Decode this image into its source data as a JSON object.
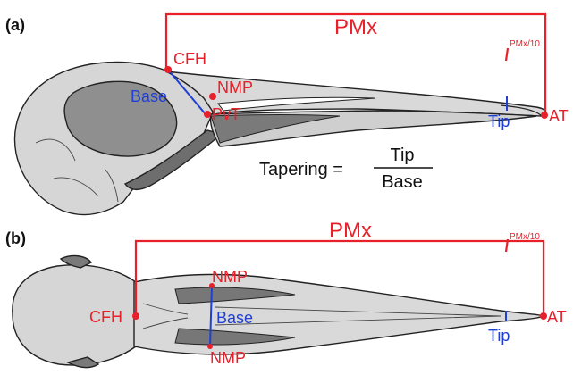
{
  "panels": [
    {
      "label": "(a)",
      "pmx_label": "PMx",
      "pmx_fraction_label": "PMx/10",
      "landmarks": {
        "cfh": "CFH",
        "nmp": "NMP",
        "pvt": "PvT",
        "at": "AT"
      },
      "measures": {
        "base": "Base",
        "tip": "Tip"
      },
      "formula": {
        "lhs": "Tapering =",
        "numerator": "Tip",
        "denominator": "Base"
      }
    },
    {
      "label": "(b)",
      "pmx_label": "PMx",
      "pmx_fraction_label": "PMx/10",
      "landmarks": {
        "cfh": "CFH",
        "nmp_top": "NMP",
        "nmp_bottom": "NMP",
        "at": "AT"
      },
      "measures": {
        "base": "Base",
        "tip": "Tip"
      }
    }
  ],
  "colors": {
    "landmark_red": "#e8202a",
    "measure_blue": "#1f3fd6",
    "bone_light": "#d9d9d9",
    "bone_dark": "#8a8a8a",
    "outline": "#222222"
  }
}
